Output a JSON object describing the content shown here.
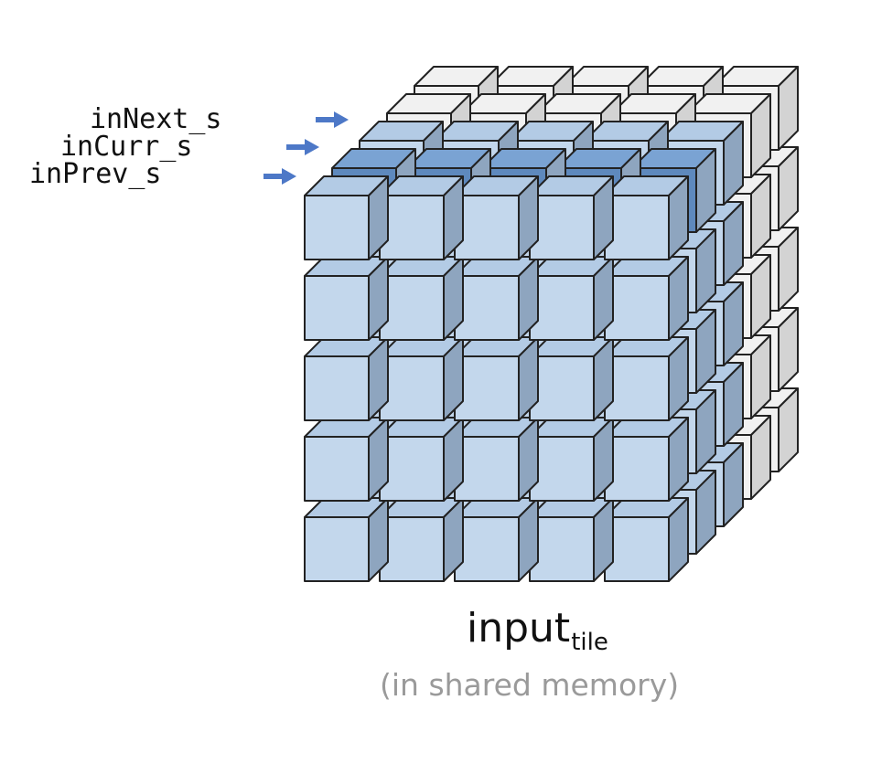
{
  "plane_labels": {
    "next": "inNext_s",
    "curr": "inCurr_s",
    "prev": "inPrev_s"
  },
  "caption": {
    "main": "input",
    "subscript": "tile",
    "note": "(in shared memory)"
  },
  "grid": {
    "columns": 5,
    "rows": 5,
    "layers": 5
  },
  "colors": {
    "tile_front": "#c3d7ec",
    "tile_top": "#b3cbe5",
    "tile_side": "#8ea5bf",
    "highlight_top": "#7aa3d3",
    "highlight_front": "#5e89bd",
    "back_layer_top": "#f1f1f1",
    "back_layer_side": "#d3d3d3",
    "outline": "#222222",
    "arrow": "#4d78c7"
  },
  "icons": [
    "arrow-right-icon"
  ]
}
